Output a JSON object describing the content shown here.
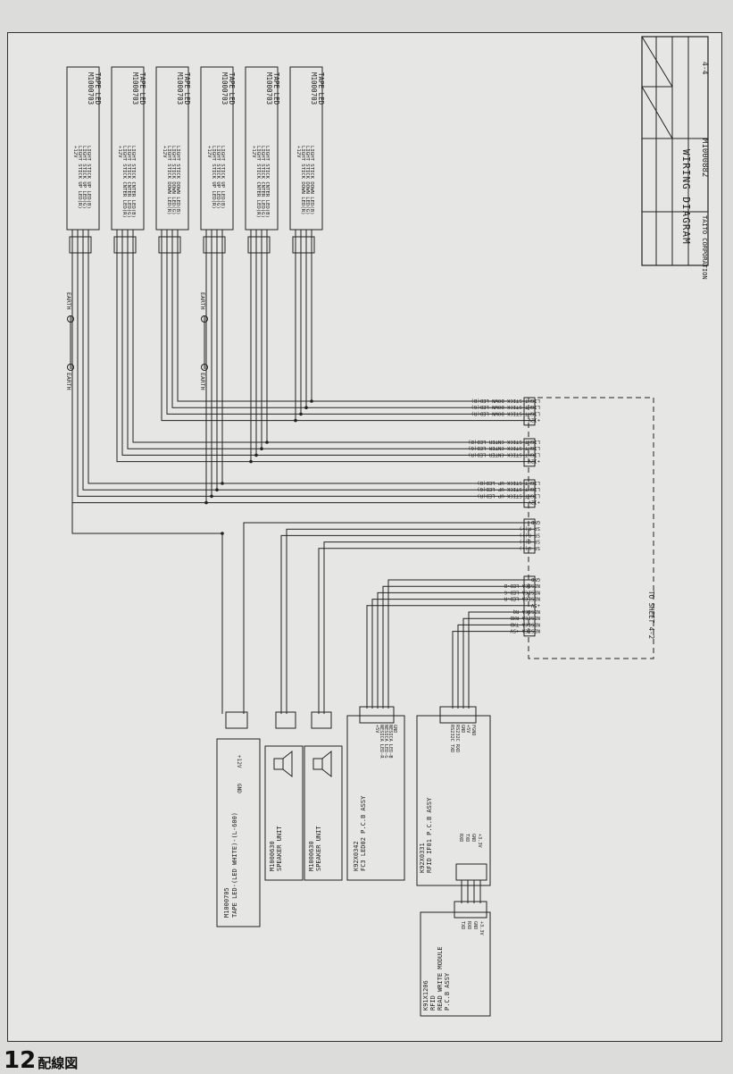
{
  "title_block": {
    "company": "TAITO CORPORATION",
    "title": "WIRING DIAGRAM",
    "drawing_no": "M1000882",
    "sheet": "4-4"
  },
  "led_boards": [
    {
      "name": "M1000703",
      "sub": "TAPE LED",
      "pins": [
        "+12V",
        "LIGHT STICK UP LED(R)",
        "LIGHT STICK UP LED(G)",
        "LIGHT STICK UP LED(B)"
      ]
    },
    {
      "name": "M1000703",
      "sub": "TAPE LED",
      "pins": [
        "+12V",
        "LIGHT STICK CNTER LED(R)",
        "LIGHT STICK CNTER LED(G)",
        "LIGHT STICK CNTER LED(B)"
      ]
    },
    {
      "name": "M1000703",
      "sub": "TAPE LED",
      "pins": [
        "+12V",
        "LIGHT STICK DOWN LED(R)",
        "LIGHT STICK DOWN LED(G)",
        "LIGHT STICK DOWN LED(B)"
      ]
    },
    {
      "name": "M1000703",
      "sub": "TAPE LED",
      "pins": [
        "+12V",
        "LIGHT STICK UP LED(R)",
        "LIGHT STICK UP LED(G)",
        "LIGHT STICK UP LED(B)"
      ]
    },
    {
      "name": "M1000703",
      "sub": "TAPE LED",
      "pins": [
        "+12V",
        "LIGHT STICK CNTER LED(R)",
        "LIGHT STICK CNTER LED(G)",
        "LIGHT STICK CNTER LED(B)"
      ]
    },
    {
      "name": "M1000703",
      "sub": "TAPE LED",
      "pins": [
        "+12V",
        "LIGHT STICK DOWN LED(R)",
        "LIGHT STICK DOWN LED(G)",
        "LIGHT STICK DOWN LED(B)"
      ]
    }
  ],
  "earth_label": "EARTH",
  "to_sheet": "TO SHEET 4-2",
  "right_connector": {
    "group1": [
      "LIGHT STICK DOWN LED(B)",
      "LIGHT STICK DOWN LED(G)",
      "LIGHT STICK DOWN LED(R)",
      "+12V"
    ],
    "group2": [
      "LIGHT STICK CNTER LED(B)",
      "LIGHT STICK CNTER LED(G)",
      "LIGHT STICK CNTER LED(R)",
      "+12V"
    ],
    "group3": [
      "LIGHT STICK UP LED(B)",
      "LIGHT STICK UP LED(G)",
      "LIGHT STICK UP LED(R)",
      "+12V"
    ],
    "group4": [
      "GND",
      "SP R(-)",
      "SP R(+)",
      "SP L(-)",
      "SP L(+)"
    ],
    "group5": [
      "GND",
      "NESICA LED-B",
      "NESICA LED-G",
      "NESICA LED-R",
      "+5V",
      "NESICA RQ",
      "NESICA RXD",
      "NESICA TXD",
      "NESICA +5V"
    ]
  },
  "components": {
    "tape_led": {
      "name": "M1000705",
      "desc": "TAPE LED-(LED WHITE)-(L-600)",
      "pins": [
        "+12V",
        "GND"
      ]
    },
    "speaker_r": {
      "name": "M1000630",
      "desc": "SPEAKER UNIT"
    },
    "speaker_l": {
      "name": "M1000630",
      "desc": "SPEAKER UNIT"
    },
    "led_pcb": {
      "name": "K92X0342",
      "desc": "FC3 LED02 P.C.B ASSY",
      "pins": [
        "+5V",
        "NESICA LED-R",
        "NESICA LED-G",
        "NESICA LED-B",
        "GND"
      ]
    },
    "rfid_pcb": {
      "name": "K92X0331",
      "desc": "RFID IF01 P.C.B ASSY",
      "pins_top": [
        "RS232C TXD",
        "RS232C RXD",
        "GND",
        "+5V",
        "FGND"
      ],
      "pins_bottom": [
        "RXD",
        "TXD",
        "GND",
        "+3.3V"
      ]
    },
    "rfid_module": {
      "name": "K91X1206",
      "desc1": "RFID",
      "desc2": "READ WRITE MODULE",
      "desc3": "P.C.B ASSY",
      "pins": [
        "TXD",
        "RXD",
        "GND",
        "+3.3V"
      ]
    }
  },
  "footer": {
    "page": "12",
    "title": "配線図"
  }
}
